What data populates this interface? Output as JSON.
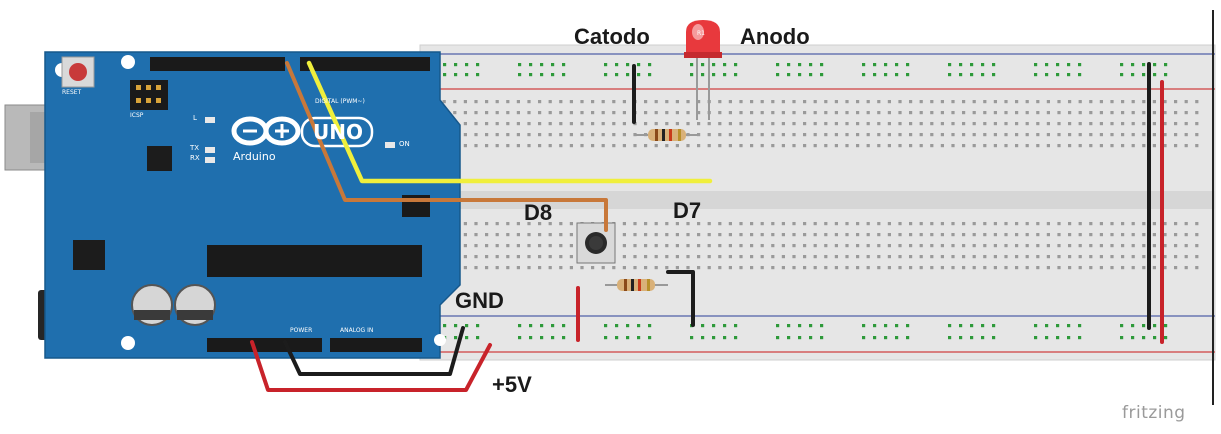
{
  "labels": {
    "catodo": "Catodo",
    "anodo": "Anodo",
    "d8": "D8",
    "d7": "D7",
    "gnd": "GND",
    "plus5v": "+5V"
  },
  "board": {
    "brand": "Arduino",
    "model": "UNO",
    "reset": "RESET",
    "icsp": "ICSP",
    "digital_header": "DIGITAL (PWM~)",
    "power_header": "POWER",
    "analog_header": "ANALOG IN",
    "tx": "TX",
    "rx": "RX",
    "l": "L",
    "on": "ON",
    "led_marker": "R1"
  },
  "watermark": "fritzing",
  "colors": {
    "board": "#1f6fae",
    "breadboard": "#e6e6e6",
    "hole_green": "#2e9a3a",
    "rail_red": "#d04040",
    "rail_blue": "#4f5fa8",
    "wire_yellow": "#f0ef3c",
    "wire_orange": "#c8783a",
    "wire_red": "#c8232a",
    "wire_black": "#1c1c1c",
    "led": "#e8393d"
  }
}
